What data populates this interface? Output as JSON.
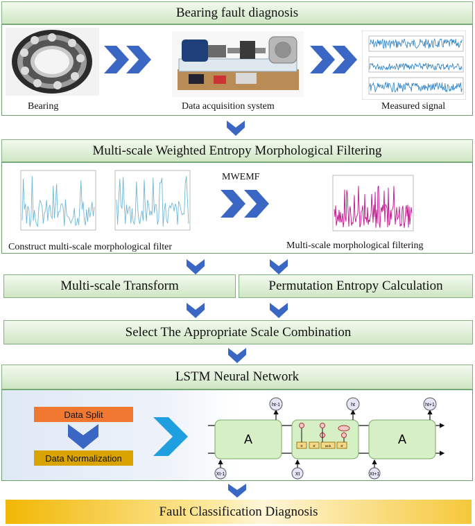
{
  "title_bar": "Bearing fault diagnosis",
  "row1": {
    "bearing_label": "Bearing",
    "das_label": "Data acquisition system",
    "signal_label": "Measured signal"
  },
  "mwemf": {
    "title": "Multi-scale Weighted Entropy Morphological Filtering",
    "left_caption": "Construct multi-scale morphological filter",
    "arrow_label": "MWEMF",
    "right_caption": "Multi-scale morphological filtering"
  },
  "transform": {
    "left": "Multi-scale Transform",
    "right": "Permutation Entropy Calculation"
  },
  "select_label": "Select The Appropriate Scale Combination",
  "lstm": {
    "title": "LSTM  Neural Network",
    "data_split": "Data Split",
    "data_norm": "Data Normalization",
    "cell_label": "A",
    "h_prev": "ht-1",
    "h_cur": "ht",
    "h_next": "ht+1",
    "x_prev": "Xt-1",
    "x_cur": "Xt",
    "x_next": "Xt+1",
    "gate_tanh": "tanh",
    "gate_sigma": "σ"
  },
  "final_label": "Fault Classification Diagnosis",
  "colors": {
    "band_border": "#7fb27f",
    "arrow_blue": "#3a66c4",
    "chevron_cyan": "#1f9fe0",
    "orange": "#f07830",
    "gold": "#d9a300",
    "cell_green": "#d6efc4"
  }
}
